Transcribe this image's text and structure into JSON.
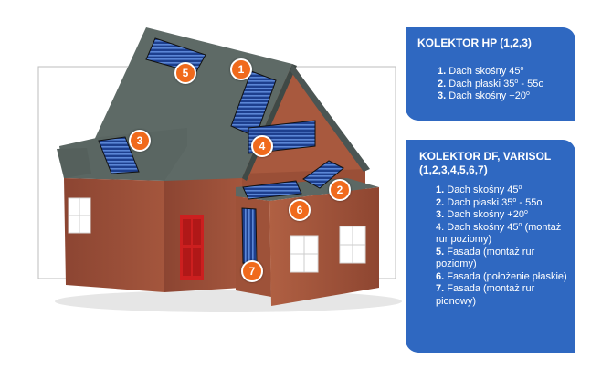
{
  "markers": [
    "1",
    "2",
    "3",
    "4",
    "5",
    "6",
    "7"
  ],
  "panel_hp": {
    "title": "KOLEKTOR HP (1,2,3)",
    "items": [
      {
        "num": "1.",
        "text": "Dach skośny 45",
        "suffix": "o",
        "rest": ""
      },
      {
        "num": "2.",
        "text": "Dach płaski 35",
        "suffix": "o",
        "rest": " - 55o"
      },
      {
        "num": "3.",
        "text": "Dach skośny +20",
        "suffix": "o",
        "rest": ""
      }
    ]
  },
  "panel_df": {
    "title": "KOLEKTOR DF, VARISOL (1,2,3,4,5,6,7)",
    "items": [
      {
        "num": "1.",
        "text": "Dach skośny 45",
        "suffix": "o",
        "rest": ""
      },
      {
        "num": "2.",
        "text": "Dach płaski 35",
        "suffix": "o",
        "rest": " - 55o"
      },
      {
        "num": "3.",
        "text": "Dach skośny +20",
        "suffix": "o",
        "rest": ""
      },
      {
        "num": "4.",
        "text": "Dach skośny 45",
        "suffix": "o",
        "rest": " (montaż rur poziomy)"
      },
      {
        "num": "5.",
        "text": "Fasada (montaż rur poziomy)",
        "suffix": "",
        "rest": ""
      },
      {
        "num": "6.",
        "text": "Fasada (położenie płaskie)",
        "suffix": "",
        "rest": ""
      },
      {
        "num": "7.",
        "text": "Fasada (montaż rur pionowy)",
        "suffix": "",
        "rest": ""
      }
    ]
  },
  "colors": {
    "panel": "#2f68c1",
    "marker": "#f06a1c",
    "brick": "#a0523a",
    "roof": "#5e6a66"
  }
}
